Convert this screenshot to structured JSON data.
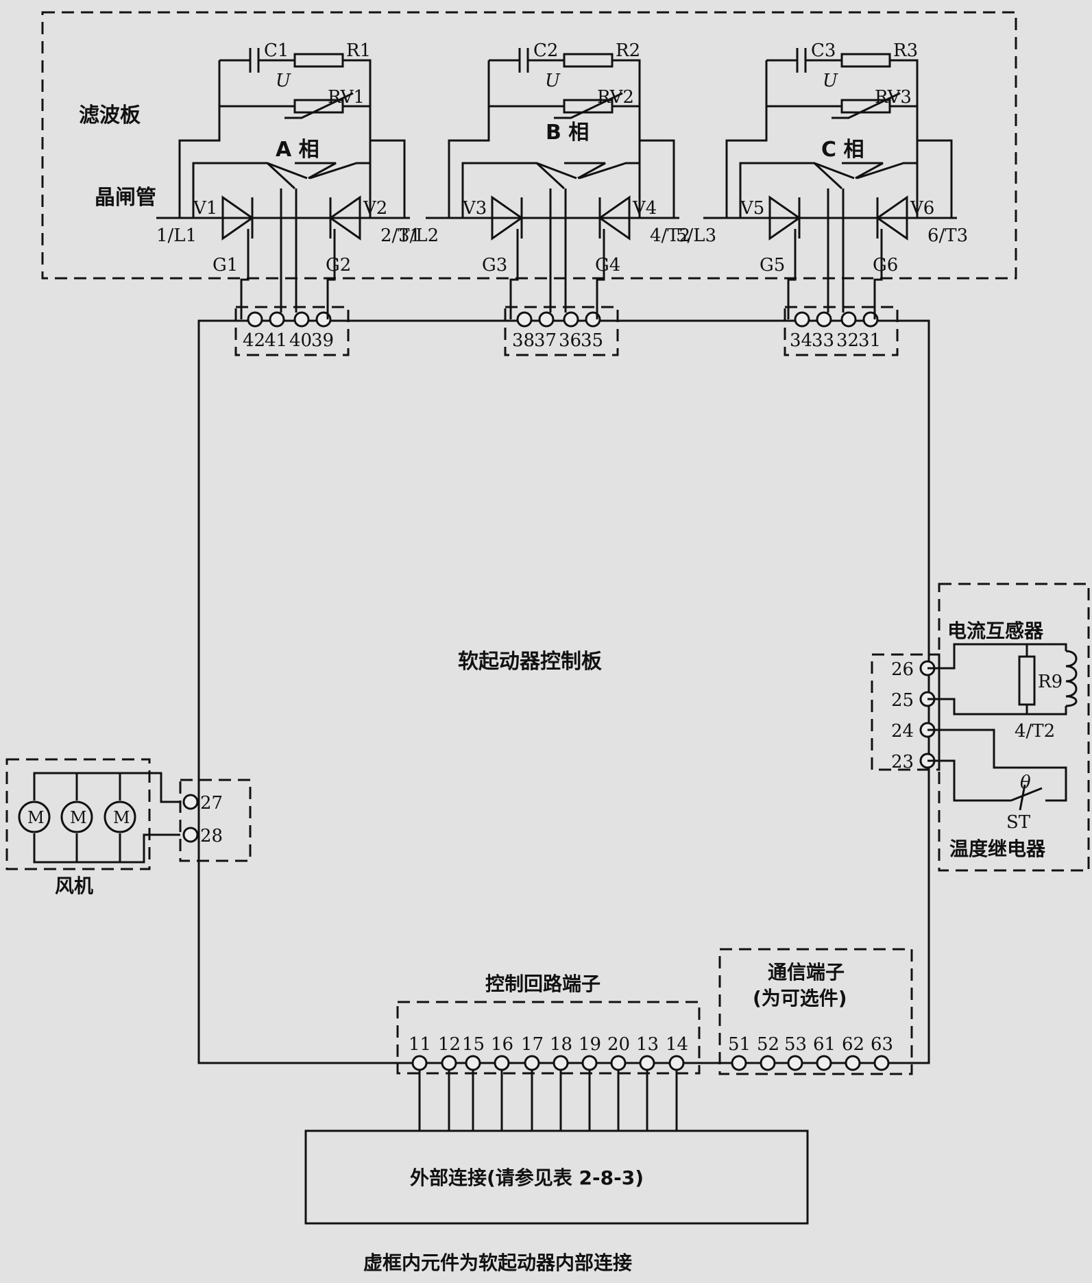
{
  "labels": {
    "filter_board": "滤波板",
    "thyristor": "晶闸管",
    "phase_a": "A 相",
    "phase_b": "B 相",
    "phase_c": "C 相",
    "control_board": "软起动器控制板",
    "current_transformer": "电流互感器",
    "temperature_relay": "温度继电器",
    "fan": "风机",
    "control_terminals": "控制回路端子",
    "comm_terminals_line1": "通信端子",
    "comm_terminals_line2": "(为可选件)",
    "external_connection": "外部连接(请参见表 2-8-3)",
    "footer_note": "虚框内元件为软起动器内部连接"
  },
  "components": {
    "capacitors": [
      "C1",
      "C2",
      "C3"
    ],
    "resistors": [
      "R1",
      "R2",
      "R3"
    ],
    "varistors": [
      "RV1",
      "RV2",
      "RV3"
    ],
    "varistor_symbol": "U",
    "thyristors": [
      "V1",
      "V2",
      "V3",
      "V4",
      "V5",
      "V6"
    ],
    "gates": [
      "G1",
      "G2",
      "G3",
      "G4",
      "G5",
      "G6"
    ],
    "line_terminals": [
      "1/L1",
      "2/T1",
      "3/L2",
      "4/T2",
      "5/L3",
      "6/T3"
    ],
    "ct_resistor": "R9",
    "ct_phase": "4/T2",
    "temp_switch": "ST",
    "theta": "θ",
    "motor_symbol": "M"
  },
  "terminals": {
    "phase_a": [
      "42",
      "41",
      "40",
      "39"
    ],
    "phase_b": [
      "38",
      "37",
      "36",
      "35"
    ],
    "phase_c": [
      "34",
      "33",
      "32",
      "31"
    ],
    "right_side": [
      "26",
      "25",
      "24",
      "23"
    ],
    "fan": [
      "27",
      "28"
    ],
    "control": [
      "11",
      "12",
      "15",
      "16",
      "17",
      "18",
      "19",
      "20",
      "13",
      "14"
    ],
    "comm": [
      "51",
      "52",
      "53",
      "61",
      "62",
      "63"
    ]
  }
}
